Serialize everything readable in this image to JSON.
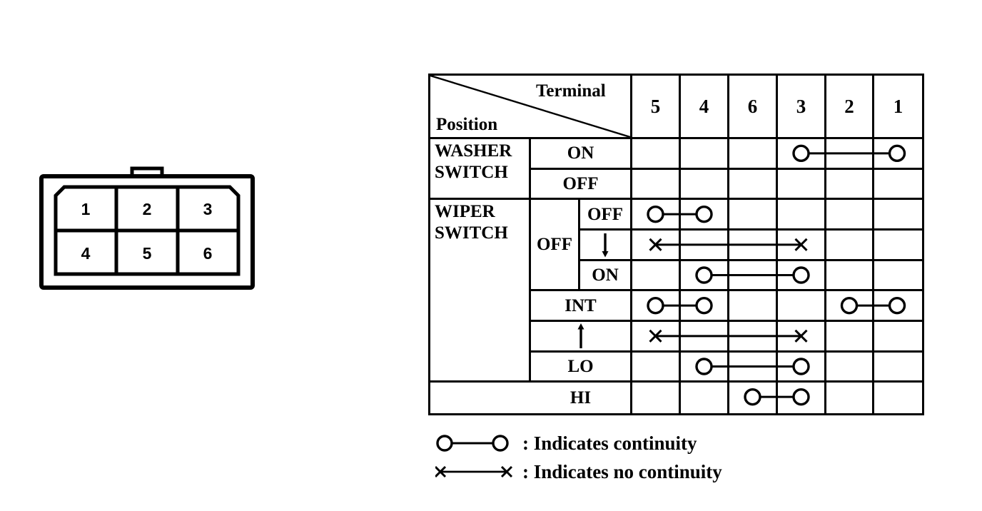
{
  "connector": {
    "pins": [
      "1",
      "2",
      "3",
      "4",
      "5",
      "6"
    ]
  },
  "chart_data": {
    "type": "table",
    "corner": {
      "top": "Terminal",
      "bottom": "Position"
    },
    "terminals": [
      "5",
      "4",
      "6",
      "3",
      "2",
      "1"
    ],
    "row_groups": [
      {
        "label": "WASHER SWITCH",
        "row_indexes": [
          0,
          1
        ]
      },
      {
        "label": "WIPER SWITCH",
        "subgroups": [
          {
            "label": "OFF",
            "row_indexes": [
              2,
              3,
              4
            ]
          }
        ],
        "row_indexes": [
          2,
          3,
          4,
          5,
          6,
          7,
          8
        ]
      }
    ],
    "rows": [
      {
        "group": "WASHER SWITCH",
        "position": "ON",
        "connections": [
          {
            "from": "3",
            "to": "1",
            "continuity": true
          }
        ]
      },
      {
        "group": "WASHER SWITCH",
        "position": "OFF",
        "connections": []
      },
      {
        "group": "WIPER SWITCH",
        "subgroup": "OFF",
        "position": "OFF",
        "connections": [
          {
            "from": "5",
            "to": "4",
            "continuity": true
          }
        ]
      },
      {
        "group": "WIPER SWITCH",
        "subgroup": "OFF",
        "position": "↓",
        "connections": [
          {
            "from": "5",
            "to": "3",
            "continuity": false
          }
        ]
      },
      {
        "group": "WIPER SWITCH",
        "subgroup": "OFF",
        "position": "ON",
        "connections": [
          {
            "from": "4",
            "to": "3",
            "continuity": true
          }
        ]
      },
      {
        "group": "WIPER SWITCH",
        "position": "INT",
        "connections": [
          {
            "from": "5",
            "to": "4",
            "continuity": true
          },
          {
            "from": "2",
            "to": "1",
            "continuity": true
          }
        ]
      },
      {
        "group": "WIPER SWITCH",
        "position": "↑",
        "connections": [
          {
            "from": "5",
            "to": "3",
            "continuity": false
          }
        ]
      },
      {
        "group": "WIPER SWITCH",
        "position": "LO",
        "connections": [
          {
            "from": "4",
            "to": "3",
            "continuity": true
          }
        ]
      },
      {
        "group": "WIPER SWITCH",
        "position": "HI",
        "connections": [
          {
            "from": "6",
            "to": "3",
            "continuity": true
          }
        ]
      }
    ],
    "legend": [
      {
        "symbol": "circle-line-circle",
        "label": ": Indicates continuity"
      },
      {
        "symbol": "x-line-x",
        "label": ": Indicates no continuity"
      }
    ],
    "colors": {
      "ink": "#000000",
      "paper": "#ffffff"
    }
  }
}
